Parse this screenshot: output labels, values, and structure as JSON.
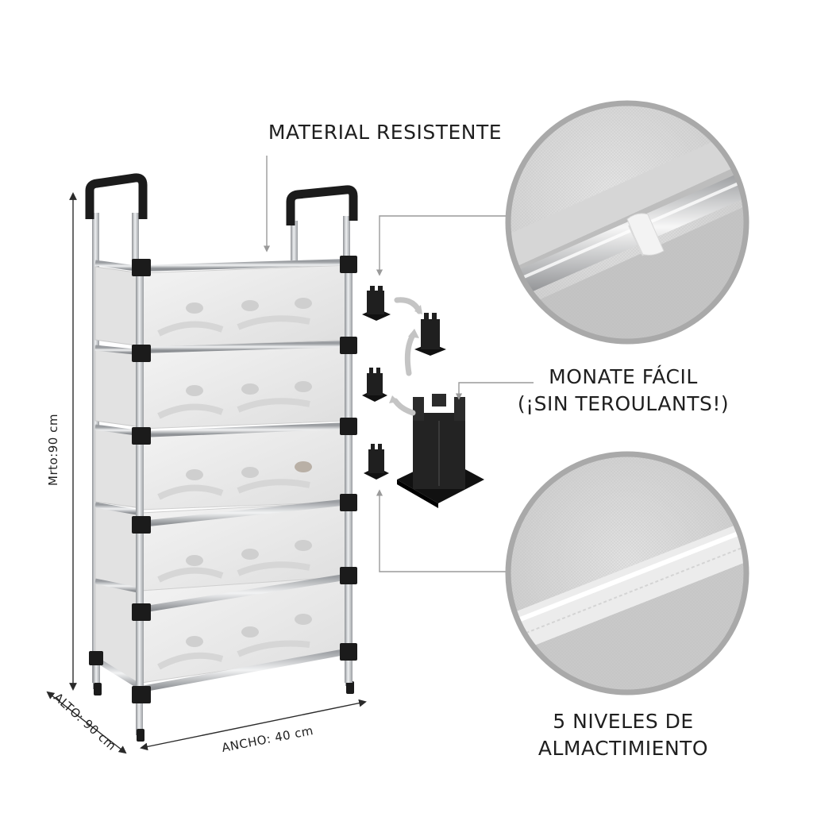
{
  "callouts": {
    "material": "MATERIAL RESISTENTE",
    "montaje_line1": "MONATE FÁCIL",
    "montaje_line2": "(¡SIN TEROULANTS!)",
    "niveles_line1": "5 NIVELES DE",
    "niveles_line2": "ALMACTIMIENTO"
  },
  "dimensions": {
    "height_label": "Mrto:90 cm",
    "depth_label": "ALTO: 90 cm",
    "width_label": "ANCHO: 40 cm"
  },
  "product": {
    "shelf_levels": 5,
    "frame_color": "#c7c9cc",
    "connector_color": "#1b1b1b",
    "cover_color": "#eeeeee",
    "zoom_fabric_color": "#dcdcdc"
  }
}
